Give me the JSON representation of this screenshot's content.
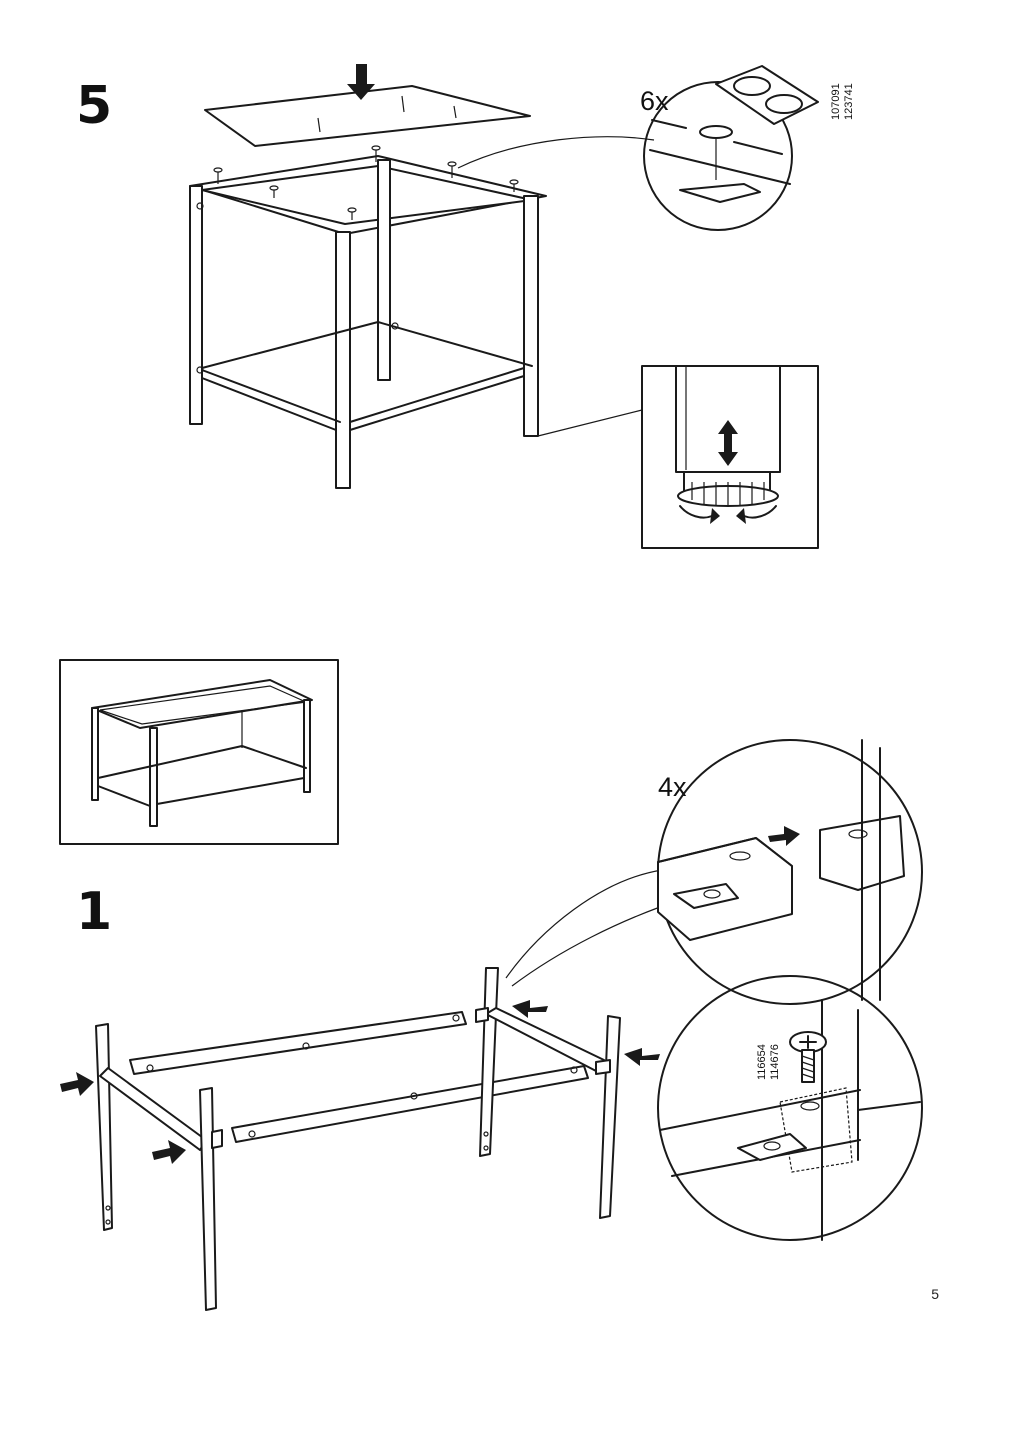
{
  "steps": [
    {
      "number": "5",
      "callout_quantity": "6x",
      "part_codes": [
        "107091",
        "123741"
      ]
    },
    {
      "number": "1",
      "callout_quantity": "4x",
      "part_codes": [
        "116654",
        "114676"
      ]
    }
  ],
  "page_number": "5",
  "icons": {
    "down_arrow": "arrow-down-icon",
    "push_arrow": "arrow-right-icon",
    "adjust_arrow": "up-down-arrow-icon",
    "rotate_arrow": "rotate-arrow-icon"
  }
}
